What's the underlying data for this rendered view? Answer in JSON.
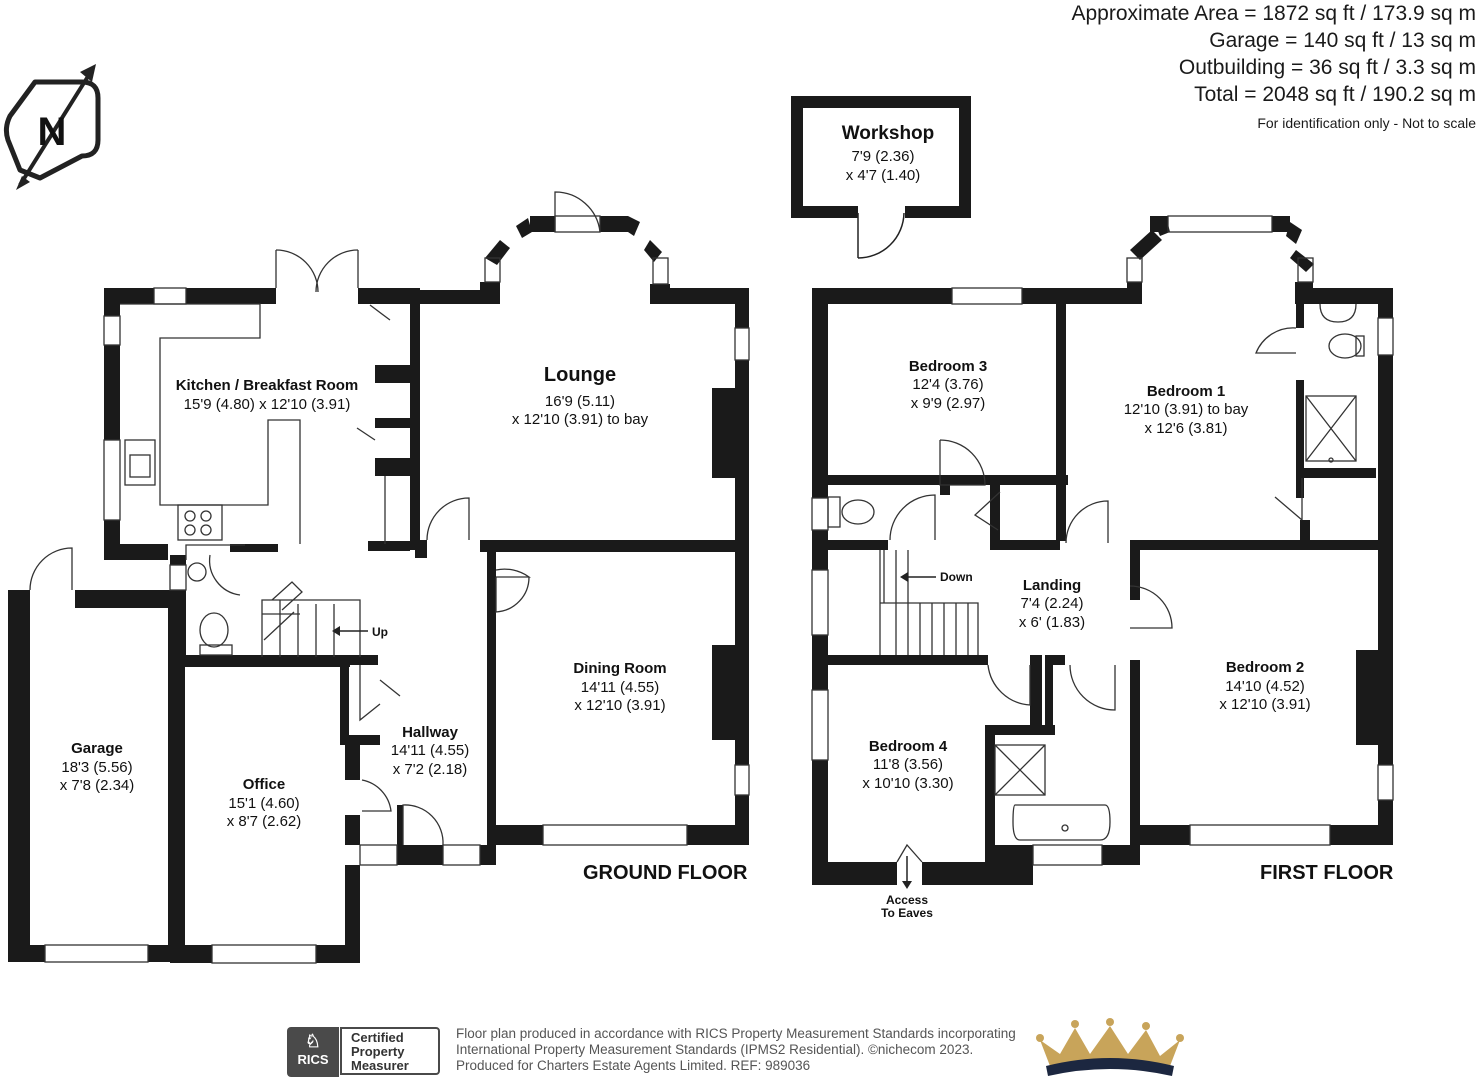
{
  "summary": {
    "area": "Approximate Area = 1872 sq ft / 173.9 sq m",
    "garage": "Garage = 140 sq ft / 13 sq m",
    "outbuilding": "Outbuilding = 36 sq ft / 3.3 sq m",
    "total": "Total = 2048 sq ft / 190.2 sq m",
    "note": "For identification only - Not to scale"
  },
  "compass": {
    "label": "N",
    "icon": "north-compass-icon"
  },
  "workshop": {
    "name": "Workshop",
    "dim1": "7'9 (2.36)",
    "dim2": "x 4'7 (1.40)"
  },
  "ground_floor": {
    "label": "GROUND FLOOR",
    "kitchen": {
      "name": "Kitchen / Breakfast Room",
      "dim1": "15'9 (4.80) x 12'10 (3.91)"
    },
    "lounge": {
      "name": "Lounge",
      "dim1": "16'9 (5.11)",
      "dim2": "x 12'10 (3.91) to bay"
    },
    "dining": {
      "name": "Dining Room",
      "dim1": "14'11 (4.55)",
      "dim2": "x 12'10 (3.91)"
    },
    "hallway": {
      "name": "Hallway",
      "dim1": "14'11 (4.55)",
      "dim2": "x 7'2 (2.18)"
    },
    "office": {
      "name": "Office",
      "dim1": "15'1 (4.60)",
      "dim2": "x 8'7 (2.62)"
    },
    "garage": {
      "name": "Garage",
      "dim1": "18'3 (5.56)",
      "dim2": "x 7'8 (2.34)"
    },
    "up_label": "Up"
  },
  "first_floor": {
    "label": "FIRST FLOOR",
    "bedroom3": {
      "name": "Bedroom 3",
      "dim1": "12'4 (3.76)",
      "dim2": "x 9'9 (2.97)"
    },
    "bedroom1": {
      "name": "Bedroom 1",
      "dim1": "12'10 (3.91) to bay",
      "dim2": "x 12'6 (3.81)"
    },
    "landing": {
      "name": "Landing",
      "dim1": "7'4 (2.24)",
      "dim2": "x 6' (1.83)"
    },
    "bedroom2": {
      "name": "Bedroom 2",
      "dim1": "14'10 (4.52)",
      "dim2": "x 12'10 (3.91)"
    },
    "bedroom4": {
      "name": "Bedroom 4",
      "dim1": "11'8 (3.56)",
      "dim2": "x 10'10 (3.30)"
    },
    "down_label": "Down",
    "eaves_line1": "Access",
    "eaves_line2": "To Eaves"
  },
  "footer": {
    "rics_badge": "RICS",
    "certified_line1": "Certified",
    "certified_line2": "Property",
    "certified_line3": "Measurer",
    "line1": "Floor plan produced in accordance with RICS Property Measurement Standards incorporating",
    "line2": "International Property Measurement Standards (IPMS2 Residential).  ©nichecom 2023.",
    "line3": "Produced for Charters Estate Agents Limited.   REF:  989036",
    "crown_icon": "crown-logo-icon"
  }
}
